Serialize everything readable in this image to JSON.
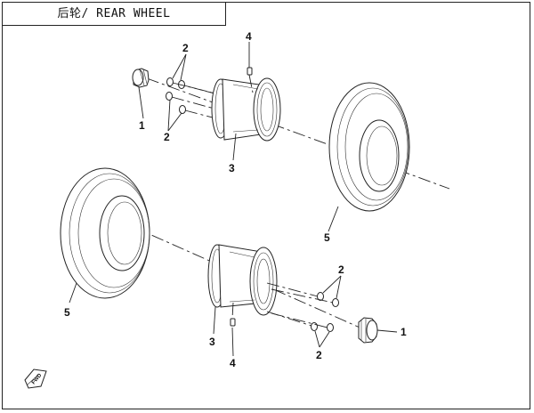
{
  "title": "后轮/ REAR WHEEL",
  "callouts": {
    "tl_nut": "1",
    "tl_stud_upper": "2",
    "tl_stud_lower": "2",
    "tl_rim": "3",
    "tl_valve": "4",
    "tr_tire": "5",
    "bl_tire": "5",
    "br_rim": "3",
    "br_valve": "4",
    "br_stud_upper": "2",
    "br_stud_lower": "2",
    "br_nut": "1"
  },
  "direction_marker": "FWD"
}
